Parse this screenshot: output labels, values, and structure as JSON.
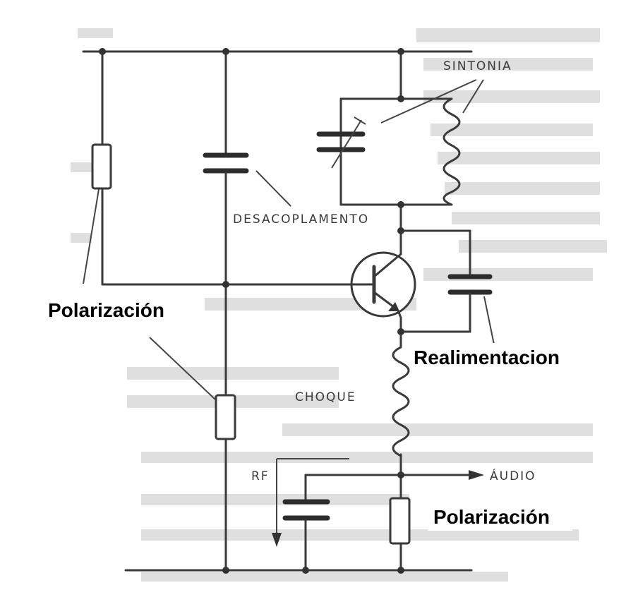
{
  "labels": {
    "sintonia": "SINTONIA",
    "desacoplamento": "DESACOPLAMENTO",
    "polarizacion_left": "Polarización",
    "realimentacion": "Realimentacion",
    "choque": "CHOQUE",
    "rf": "RF",
    "audio": "ÁUDIO",
    "polarizacion_bottom": "Polarización"
  },
  "colors": {
    "wire": "#3a3a3a",
    "label": "#000000",
    "ghost_text": "#b9b9b9"
  }
}
